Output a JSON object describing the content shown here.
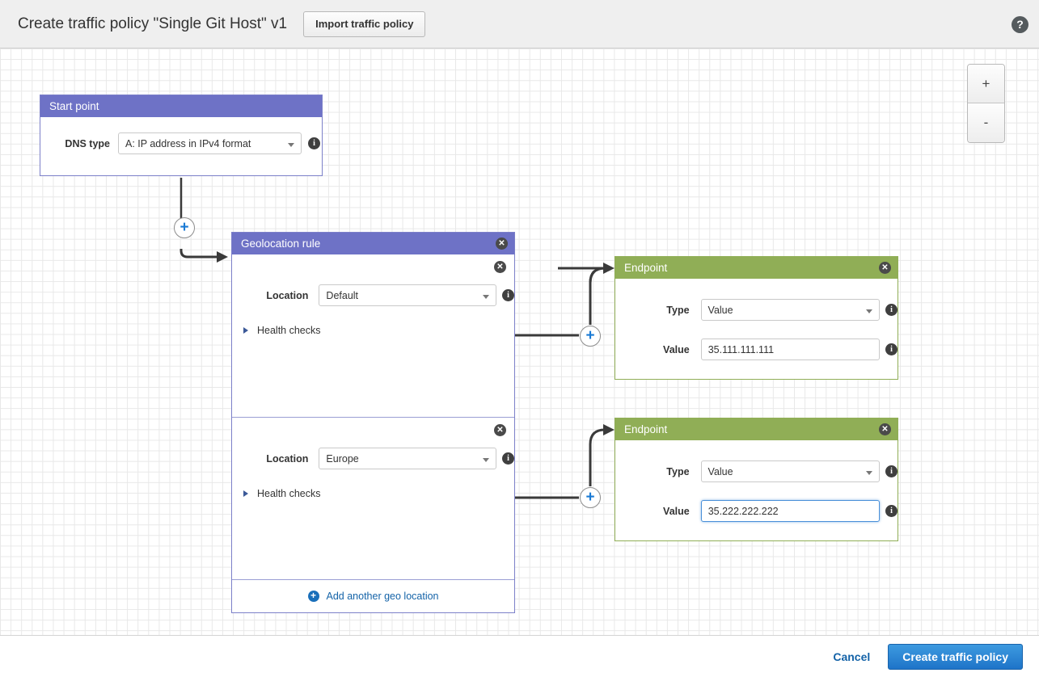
{
  "header": {
    "title": "Create traffic policy \"Single Git Host\" v1",
    "import_button": "Import traffic policy",
    "help_icon": "?"
  },
  "canvas": {
    "zoom_in": "+",
    "zoom_out": "-"
  },
  "start_point": {
    "title": "Start point",
    "dns_type_label": "DNS type",
    "dns_type_value": "A: IP address in IPv4 format",
    "info_icon": "i"
  },
  "geolocation_rule": {
    "title": "Geolocation rule",
    "close_icon": "✕",
    "locations": [
      {
        "label": "Location",
        "value": "Default",
        "health_checks_label": "Health checks",
        "close_icon": "✕",
        "info_icon": "i"
      },
      {
        "label": "Location",
        "value": "Europe",
        "health_checks_label": "Health checks",
        "close_icon": "✕",
        "info_icon": "i"
      }
    ],
    "add_location_label": "Add another geo location",
    "add_location_icon": "+"
  },
  "endpoints": [
    {
      "title": "Endpoint",
      "close_icon": "✕",
      "type_label": "Type",
      "type_value": "Value",
      "value_label": "Value",
      "value_value": "35.111.111.111",
      "info_icon": "i",
      "focused": false
    },
    {
      "title": "Endpoint",
      "close_icon": "✕",
      "type_label": "Type",
      "type_value": "Value",
      "value_label": "Value",
      "value_value": "35.222.222.222",
      "info_icon": "i",
      "focused": true
    }
  ],
  "connectors": {
    "plus_icon": "+"
  },
  "footer": {
    "cancel_label": "Cancel",
    "create_label": "Create traffic policy"
  },
  "colors": {
    "rule_header": "#6e72c6",
    "endpoint_header": "#90ae56",
    "primary_button": "#1e74c8",
    "link": "#1463a8",
    "grid_line": "#e8e8e8"
  }
}
